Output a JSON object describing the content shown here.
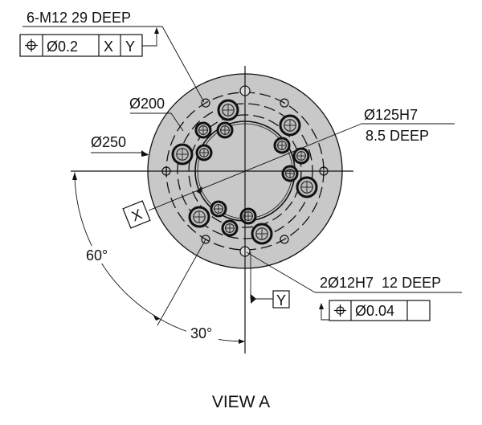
{
  "title": "VIEW A",
  "callouts": {
    "tapped_holes": "6-M12 29 DEEP",
    "tapped_fcf": {
      "symbol": "position",
      "tolerance": "Ø0.2",
      "datum1": "X",
      "datum2": "Y"
    },
    "bolt_circle": "Ø200",
    "outer_diameter": "Ø250",
    "bore": "Ø125H7",
    "bore_depth": "8.5 DEEP",
    "dowel_holes": "2Ø12H7  12 DEEP",
    "dowel_fcf": {
      "symbol": "position",
      "tolerance": "Ø0.04"
    },
    "datum_x": "X",
    "datum_y": "Y",
    "angle_60": "60°",
    "angle_30": "30°"
  },
  "colors": {
    "face": "#c8c8c8",
    "line": "#111111"
  }
}
